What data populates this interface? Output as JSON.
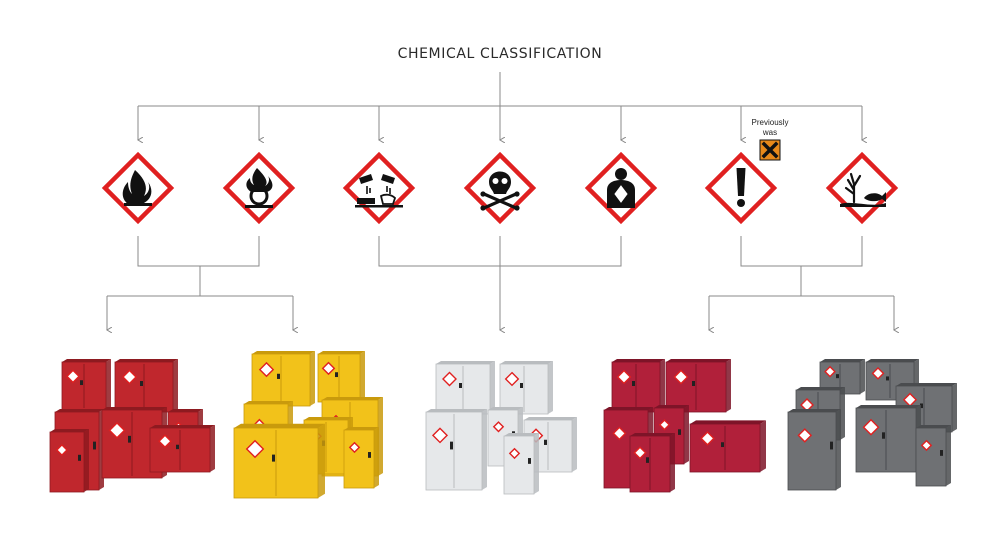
{
  "title": "CHEMICAL CLASSIFICATION",
  "previously_was": {
    "line1": "Previously",
    "line2": "was"
  },
  "pictograms": [
    {
      "icon": "flame-icon"
    },
    {
      "icon": "flame-over-circle-icon"
    },
    {
      "icon": "corrosion-icon"
    },
    {
      "icon": "skull-crossbones-icon"
    },
    {
      "icon": "health-hazard-icon"
    },
    {
      "icon": "exclamation-mark-icon"
    },
    {
      "icon": "environment-icon"
    }
  ],
  "old_symbol": {
    "icon": "harmful-x-icon",
    "color": "#e8891a"
  },
  "cabinet_groups": [
    {
      "color": "#c0272d",
      "dark": "#8e1a20"
    },
    {
      "color": "#f2c21a",
      "dark": "#c99a0c"
    },
    {
      "color": "#e6e8ea",
      "dark": "#b9bcbf"
    },
    {
      "color": "#b1203a",
      "dark": "#7e1428"
    },
    {
      "color": "#6f7174",
      "dark": "#4a4c4f"
    }
  ],
  "colors": {
    "diamond_border": "#e02020",
    "connector": "#8a8a8a"
  }
}
